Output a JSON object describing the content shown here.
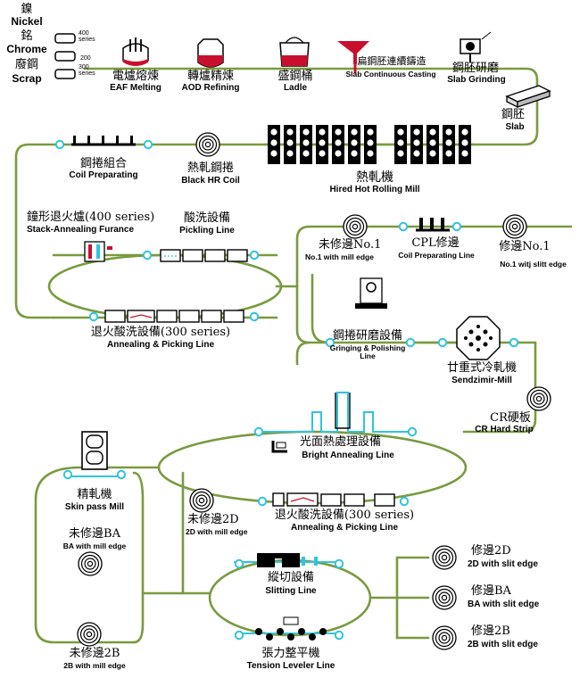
{
  "colors": {
    "line": "#7a9a3e",
    "roller": "#2fc4dd",
    "equipment": "#000000",
    "molten_red": "#c8102e",
    "background": "#ffffff"
  },
  "inputs": {
    "nickel_zh": "鎳",
    "nickel_en": "Nickel",
    "chrome_zh": "銘",
    "chrome_en": "Chrome",
    "scrap_zh": "廢鋼",
    "scrap_en": "Scrap",
    "series_400": "400 series",
    "series_200": "200",
    "series_300": "300 series"
  },
  "steps": {
    "eaf": {
      "zh": "電爐熔煉",
      "en": "EAF Melting",
      "icon": "furnace-icon"
    },
    "aod": {
      "zh": "轉爐精煉",
      "en": "AOD Refining",
      "icon": "converter-icon"
    },
    "ladle": {
      "zh": "盛鋼桶",
      "en": "Ladle",
      "icon": "ladle-icon"
    },
    "casting": {
      "zh": "扁鋼胚連續鑄造",
      "en": "Slab Continuous Casting",
      "icon": "tundish-icon"
    },
    "slab_grinding": {
      "zh": "鋼胚研磨",
      "en": "Slab Grinding",
      "icon": "grinder-icon"
    },
    "slab": {
      "zh": "鋼胚",
      "en": "Slab",
      "icon": "slab-icon"
    },
    "hot_rolling": {
      "zh": "熱軋機",
      "en": "Hired Hot Rolling Mill",
      "icon": "rolling-stand-icon"
    },
    "black_coil": {
      "zh": "熱軋鋼捲",
      "en": "Black HR Coil",
      "icon": "coil-icon"
    },
    "coil_prep": {
      "zh": "鋼捲組合",
      "en": "Coil Preparating",
      "icon": "comb-icon"
    },
    "stack_anneal": {
      "zh": "鐘形退火爐(400 series)",
      "en": "Stack-Annealing Furance",
      "icon": "bell-furnace-icon"
    },
    "pickling": {
      "zh": "酸洗設備",
      "en": "Pickling Line",
      "icon": "tank-icon"
    },
    "ap_line_1": {
      "zh": "退火酸洗設備(300 series)",
      "en": "Annealing & Picking Line",
      "icon": "tank-icon"
    },
    "no1_mill": {
      "zh": "未修邊No.1",
      "en": "No.1 with mill edge",
      "icon": "coil-icon"
    },
    "cpl": {
      "zh": "CPL修邊",
      "en": "Coil Preparating Line",
      "icon": "comb-icon"
    },
    "no1_slit": {
      "zh": "修邊No.1",
      "en": "No.1 witj slitt edge",
      "icon": "coil-icon"
    },
    "grinding_pol": {
      "zh": "鋼捲研磨設備",
      "en": "Gringing & Polishing Line",
      "icon": "grinder-icon"
    },
    "sendzimir": {
      "zh": "廿重式冷軋機",
      "en": "Sendzimir-Mill",
      "icon": "sendzimir-icon"
    },
    "cr_hard": {
      "zh": "CR硬板",
      "en": "CR Hard Strip",
      "icon": "coil-icon"
    },
    "bright_anneal": {
      "zh": "光面熱處理設備",
      "en": "Bright Annealing Line",
      "icon": "tower-icon"
    },
    "ap_line_2": {
      "zh": "退火酸洗設備(300 series)",
      "en": "Annealing & Picking Line",
      "icon": "tank-icon"
    },
    "mill_2d": {
      "zh": "未修邊2D",
      "en": "2D with mill edge",
      "icon": "coil-icon"
    },
    "skin_pass": {
      "zh": "精軋機",
      "en": "Skin pass Mill",
      "icon": "rolls-icon"
    },
    "ba_mill": {
      "zh": "未修邊BA",
      "en": "BA with mill edge",
      "icon": "coil-icon"
    },
    "slitting": {
      "zh": "縱切設備",
      "en": "Slitting Line",
      "icon": "slitter-icon"
    },
    "tension_leveler": {
      "zh": "張力整平機",
      "en": "Tension Leveler Line",
      "icon": "leveler-icon"
    },
    "mill_2b": {
      "zh": "未修邊2B",
      "en": "2B with mill edge",
      "icon": "coil-icon"
    },
    "slit_2d": {
      "zh": "修邊2D",
      "en": "2D with slit edge",
      "icon": "coil-icon"
    },
    "slit_ba": {
      "zh": "修邊BA",
      "en": "BA with slit edge",
      "icon": "coil-icon"
    },
    "slit_2b": {
      "zh": "修邊2B",
      "en": "2B with slit edge",
      "icon": "coil-icon"
    }
  }
}
